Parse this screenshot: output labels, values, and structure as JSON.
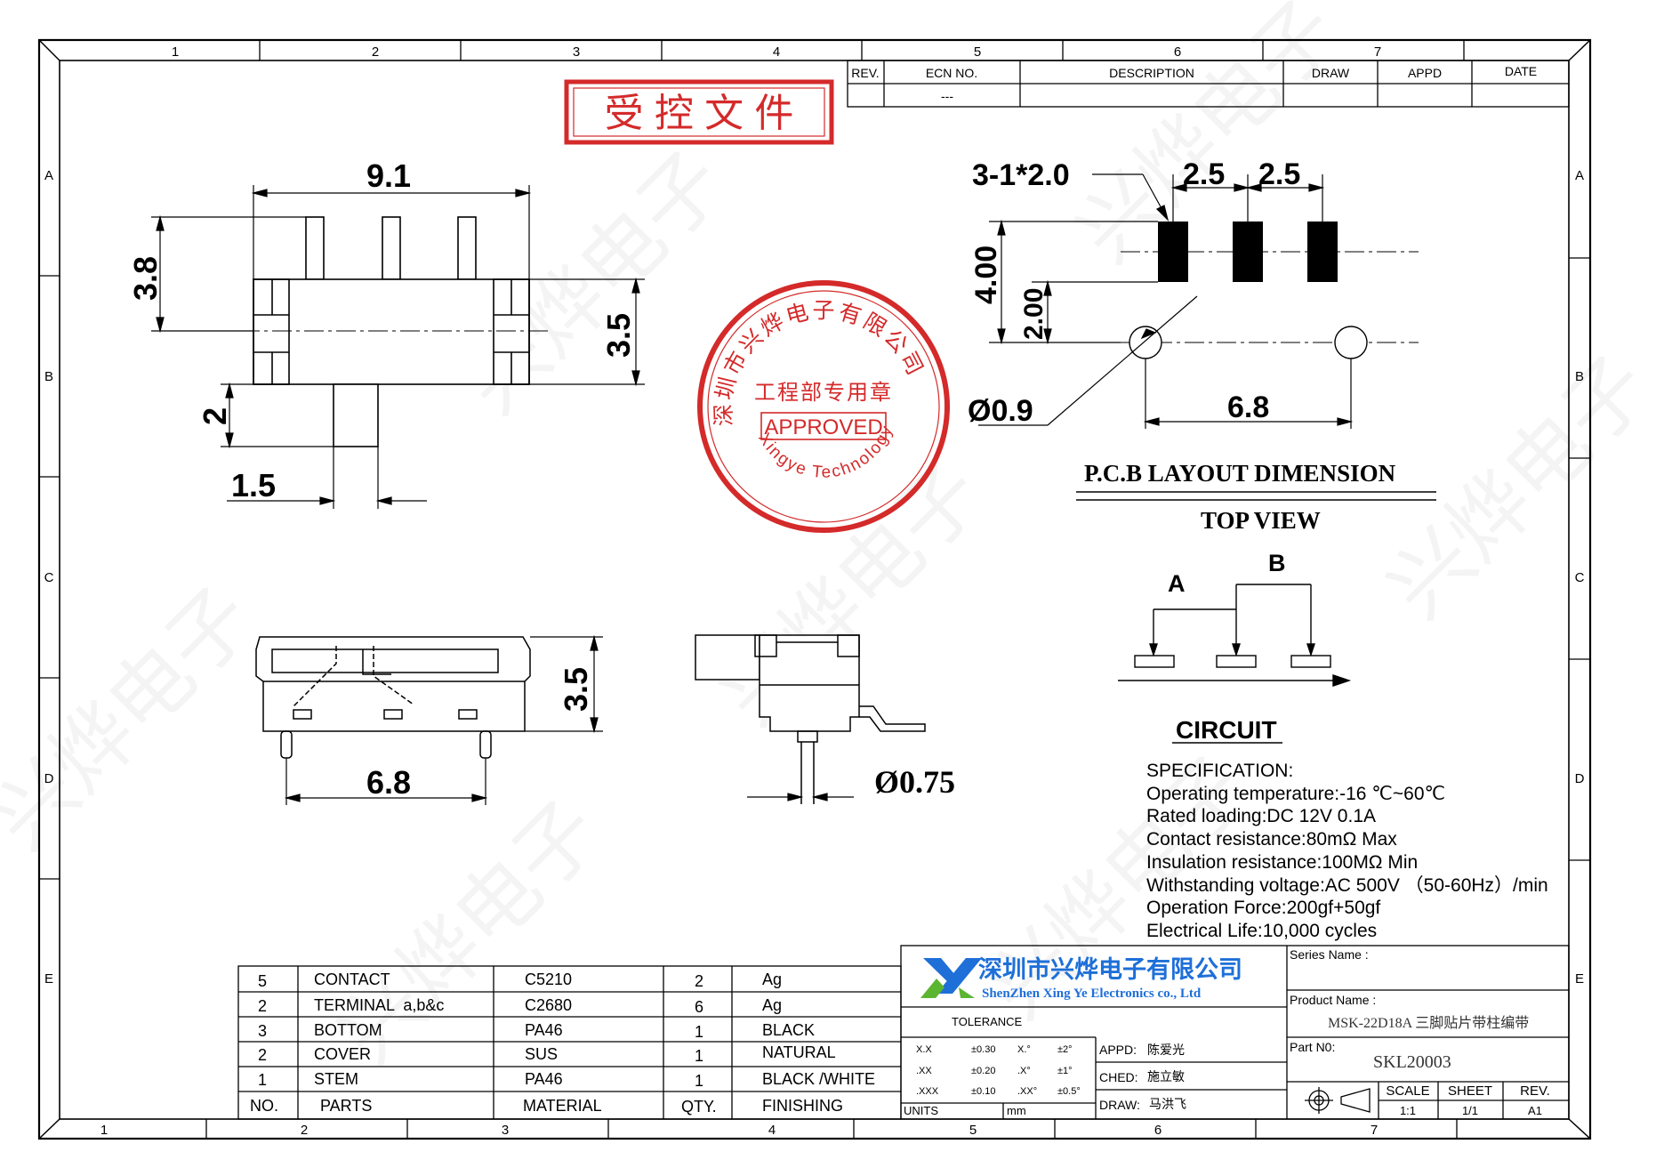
{
  "watermark": "兴烨电子",
  "border": {
    "cols": [
      "1",
      "2",
      "3",
      "4",
      "5",
      "6",
      "7"
    ],
    "bottom_cols": [
      "1",
      "2",
      "3",
      "4",
      "5",
      "6",
      "7"
    ],
    "rows": [
      "A",
      "B",
      "C",
      "D",
      "E"
    ]
  },
  "revision_table": {
    "headers": [
      "REV.",
      "ECN NO.",
      "DESCRIPTION",
      "DRAW",
      "APPD",
      "DATE"
    ],
    "row": [
      "",
      "---",
      "",
      "",
      "",
      ""
    ]
  },
  "controlled_stamp": "受 控 文 件",
  "approval_seal": {
    "top_text": "深圳市兴烨电子有限公司",
    "middle_text": "工程部专用章",
    "label": "APPROVED",
    "bottom_text": "Xingye Technology Co.,Ltd",
    "color": "#d42a2a"
  },
  "front_view": {
    "dim_width": "9.1",
    "dim_height": "3.8",
    "dim_body": "3.5",
    "dim_stem": "2",
    "dim_stem_w": "1.5"
  },
  "pcb_layout": {
    "pad_spec": "3-1*2.0",
    "pitch_1": "2.5",
    "pitch_2": "2.5",
    "pad_len": "4.00",
    "pad_offset": "2.00",
    "hole_dia": "Ø0.9",
    "hole_span": "6.8",
    "title": "P.C.B LAYOUT DIMENSION",
    "subtitle": "TOP VIEW"
  },
  "circuit": {
    "label_a": "A",
    "label_b": "B",
    "title": "CIRCUIT"
  },
  "side_views": {
    "dim_height": "3.5",
    "dim_pin_span": "6.8",
    "dim_pin_dia": "Ø0.75"
  },
  "specification": [
    "SPECIFICATION:",
    "Operating temperature:-16 ℃~60℃",
    "Rated loading:DC 12V 0.1A",
    "Contact resistance:80mΩ Max",
    "Insulation resistance:100MΩ Min",
    "Withstanding voltage:AC 500V （50-60Hz）/min",
    "Operation Force:200gf+50gf",
    "Electrical Life:10,000 cycles"
  ],
  "parts_table": {
    "header": [
      "NO.",
      "PARTS",
      "MATERIAL",
      "QTY.",
      "FINISHING"
    ],
    "rows": [
      [
        "5",
        "CONTACT",
        "C5210",
        "2",
        "Ag"
      ],
      [
        "2",
        "TERMINAL  a,b&c",
        "C2680",
        "6",
        "Ag"
      ],
      [
        "3",
        "BOTTOM",
        "PA46",
        "1",
        "BLACK"
      ],
      [
        "2",
        "COVER",
        "SUS",
        "1",
        "NATURAL"
      ],
      [
        "1",
        "STEM",
        "PA46",
        "1",
        "BLACK /WHITE"
      ]
    ]
  },
  "title_block": {
    "company_cn": "深圳市兴烨电子有限公司",
    "company_en": "ShenZhen Xing Ye Electronics co., Ltd",
    "logo_color_blue": "#1e6fd8",
    "logo_color_green": "#5cb531",
    "tolerance_label": "TOLERANCE",
    "tolerance_rows": [
      [
        "X.X",
        "±0.30",
        "X.°",
        "±2°"
      ],
      [
        ".XX",
        "±0.20",
        ".X°",
        "±1°"
      ],
      [
        ".XXX",
        "±0.10",
        ".XX°",
        "±0.5°"
      ]
    ],
    "units_label": "UNITS",
    "units_value": "mm",
    "appd_label": "APPD:",
    "appd_name": "陈爱光",
    "ched_label": "CHED:",
    "ched_name": "施立敏",
    "draw_label": "DRAW:",
    "draw_name": "马洪飞",
    "series_label": "Series Name :",
    "series_value": "",
    "product_label": "Product Name :",
    "product_value": "MSK-22D18A  三脚贴片带柱编带",
    "part_label": "Part N0:",
    "part_value": "SKL20003",
    "scale_label": "SCALE",
    "scale_value": "1:1",
    "sheet_label": "SHEET",
    "sheet_value": "1/1",
    "rev_label": "REV.",
    "rev_value": "A1"
  }
}
